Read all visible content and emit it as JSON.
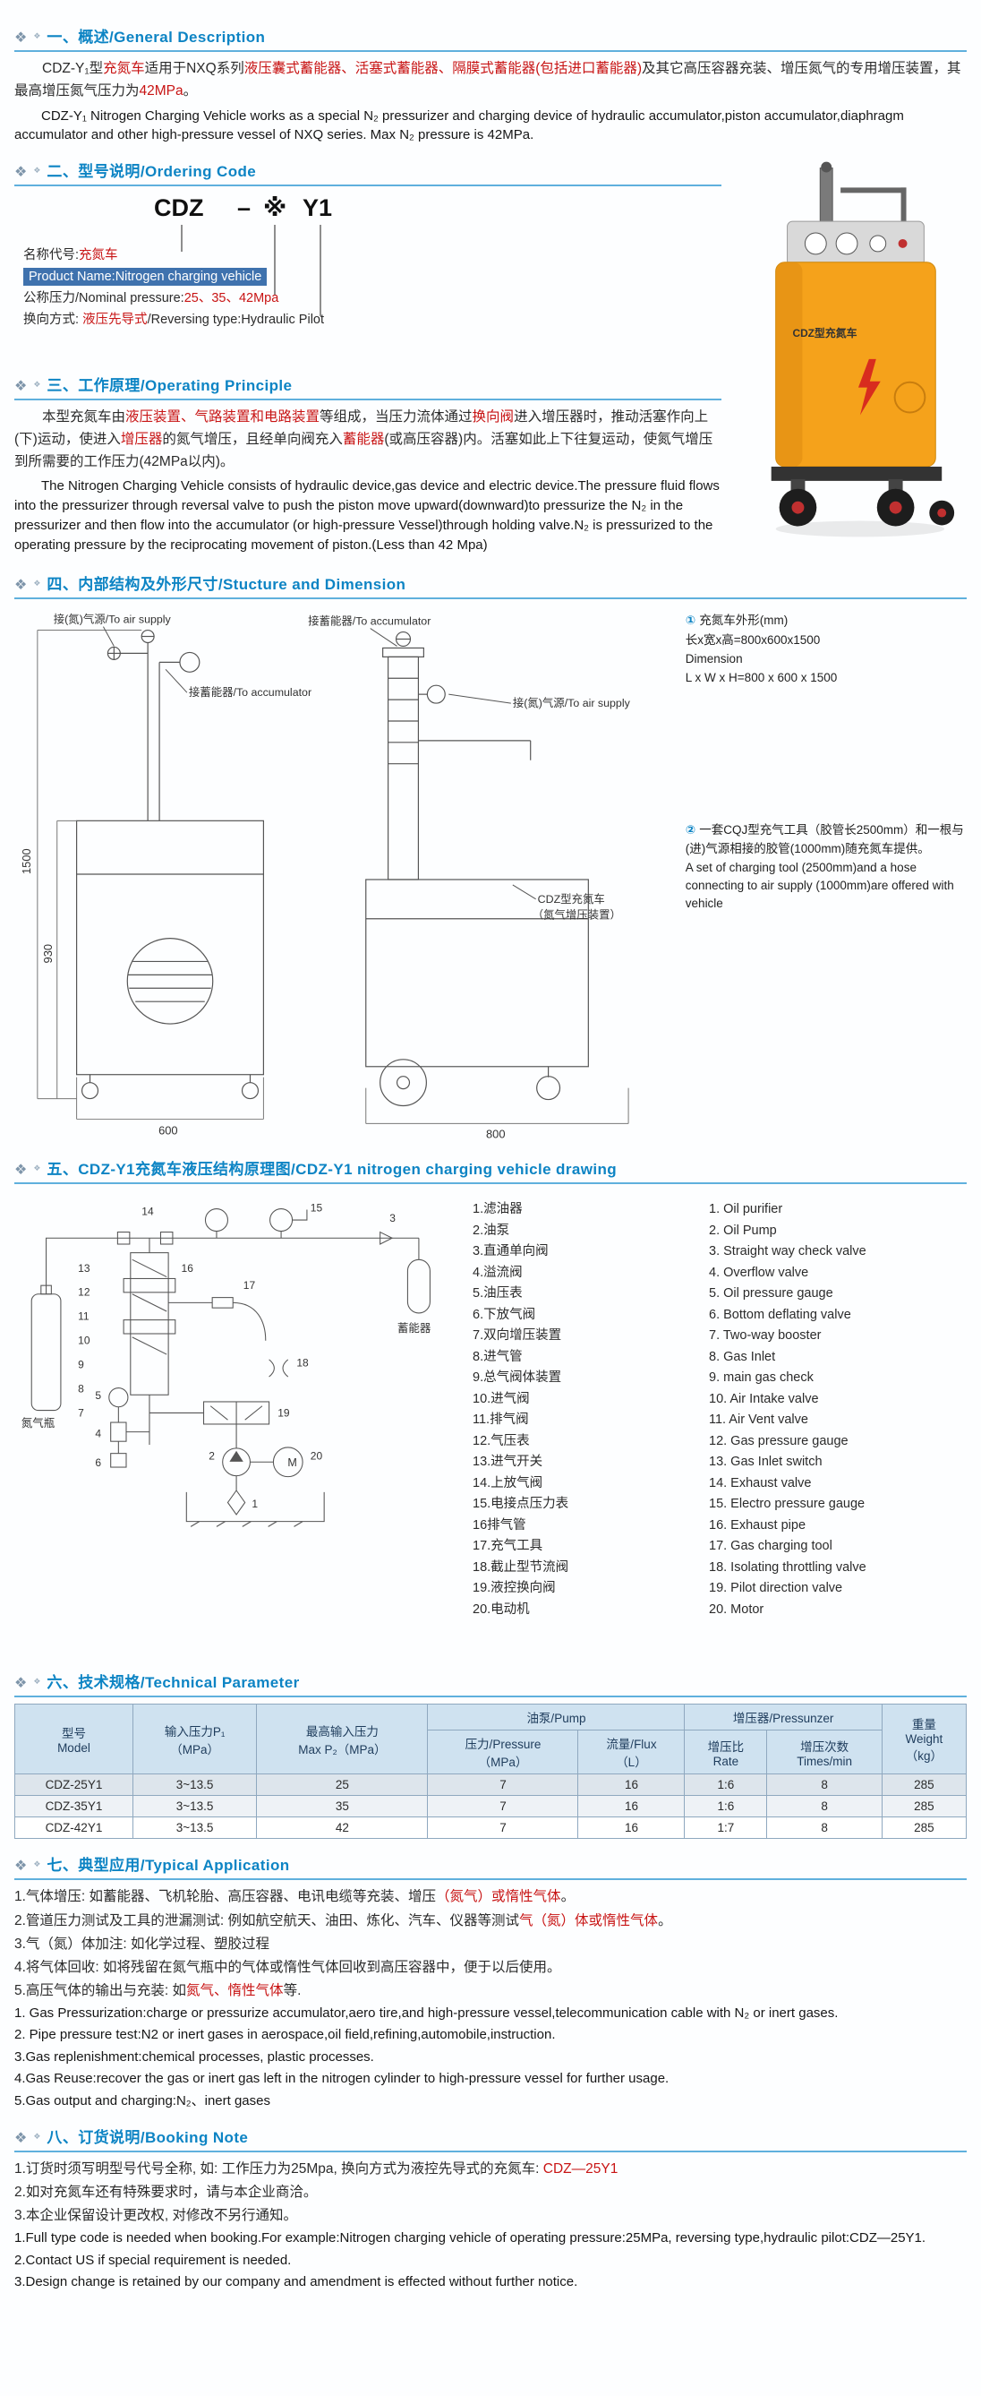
{
  "colors": {
    "red": "#c81414",
    "header_blue": "#0d84c4",
    "band_blue": "#3f72ae",
    "body_orange": "#f5a21b",
    "table_header_bg": "#cfe2f0"
  },
  "s1": {
    "title": "一、概述/General Description",
    "cn": [
      {
        "t": "CDZ-Y₁型"
      },
      {
        "t": "充氮车",
        "c": "red"
      },
      {
        "t": "适用于NXQ系列"
      },
      {
        "t": "液压囊式蓄能器、活塞式蓄能器、隔膜式蓄能器(包括进口蓄能器)",
        "c": "red"
      },
      {
        "t": "及其它高压容器充装、增压氮气的专用增压装置，其最高增压氮气压力为"
      },
      {
        "t": "42MPa",
        "c": "red"
      },
      {
        "t": "。"
      }
    ],
    "en": "CDZ-Y₁ Nitrogen Charging Vehicle works as a special N₂ pressurizer and charging device of hydraulic accumulator,piston accumulator,diaphragm accumulator and other high-pressure vessel of NXQ series.  Max N₂ pressure is 42MPa."
  },
  "s2": {
    "title": "二、型号说明/Ordering Code",
    "code": {
      "p1": "CDZ",
      "dash": "–",
      "star": "※",
      "p2": "Y1"
    },
    "row1": [
      {
        "t": "名称代号:"
      },
      {
        "t": "充氮车",
        "c": "red"
      }
    ],
    "row2": "Product Name:Nitrogen charging vehicle",
    "row3": [
      {
        "t": "公称压力/Nominal pressure:"
      },
      {
        "t": "25、35、42Mpa",
        "c": "red"
      }
    ],
    "row4": [
      {
        "t": "换向方式: "
      },
      {
        "t": "液压先导式",
        "c": "red"
      },
      {
        "t": "/Reversing type:Hydraulic Pilot"
      }
    ],
    "photo_label": "CDZ型充氮车"
  },
  "s3": {
    "title": "三、工作原理/Operating Principle",
    "cn": [
      {
        "t": "本型充氮车由"
      },
      {
        "t": "液压装置、气路装置和电路装置",
        "c": "red"
      },
      {
        "t": "等组成，当压力流体通过"
      },
      {
        "t": "换向阀",
        "c": "red"
      },
      {
        "t": "进入增压器时，推动活塞作向上(下)运动，使进入"
      },
      {
        "t": "增压器",
        "c": "red"
      },
      {
        "t": "的氮气增压，且经单向阀充入"
      },
      {
        "t": "蓄能器",
        "c": "red"
      },
      {
        "t": "(或高压容器)内。活塞如此上下往复运动，使氮气增压到所需要的工作压力(42MPa以内)。"
      }
    ],
    "en": "The Nitrogen Charging Vehicle consists of hydraulic device,gas device and electric device.The pressure fluid flows into the pressurizer through reversal valve to push the piston move upward(downward)to pressurize the N₂ in the pressurizer and then flow into the accumulator (or high-pressure Vessel)through holding valve.N₂ is pressurized to the operating pressure by the reciprocating movement of piston.(Less than 42 Mpa)"
  },
  "s4": {
    "title": "四、内部结构及外形尺寸/Stucture and Dimension",
    "labels": {
      "air_left": "接(氮)气源/To air supply",
      "acc_left": "接蓄能器/To accumulator",
      "acc_mid": "接蓄能器/To accumulator",
      "air_right": "接(氮)气源/To air supply",
      "machine1": "CDZ型充氮车",
      "machine2": "（氮气增压装置）"
    },
    "dims": {
      "h": "1500",
      "inner": "930",
      "w": "600",
      "d": "800"
    },
    "note1": {
      "num": "①",
      "l1": "充氮车外形(mm)",
      "l2": "长x宽x高=800x600x1500",
      "l3": "Dimension",
      "l4": "L x W x H=800 x 600 x 1500"
    },
    "note2": {
      "num": "②",
      "cn": "一套CQJ型充气工具（胶管长2500mm）和一根与(进)气源相接的胶管(1000mm)随充氮车提供。",
      "en": "A set of charging tool (2500mm)and a hose connecting to air supply (1000mm)are offered with vehicle"
    }
  },
  "s5": {
    "title": "五、CDZ-Y1充氮车液压结构原理图/CDZ-Y1 nitrogen charging vehicle drawing",
    "bottle_label": "氮气瓶",
    "accumulator_label": "蓄能器",
    "motor_label": "M",
    "callouts": [
      "13",
      "12",
      "11",
      "10",
      "9",
      "8",
      "7",
      "14",
      "15",
      "3",
      "16",
      "17",
      "18",
      "19",
      "20",
      "1",
      "2",
      "4",
      "5",
      "6"
    ],
    "parts_cn": [
      "1.滤油器",
      "2.油泵",
      "3.直通单向阀",
      "4.溢流阀",
      "5.油压表",
      "6.下放气阀",
      "7.双向增压装置",
      "8.进气管",
      "9.总气阀体装置",
      "10.进气阀",
      "11.排气阀",
      "12.气压表",
      "13.进气开关",
      "14.上放气阀",
      "15.电接点压力表",
      "16排气管",
      "17.充气工具",
      "18.截止型节流阀",
      "19.液控换向阀",
      "20.电动机"
    ],
    "parts_en": [
      "1.  Oil purifier",
      "2.  Oil Pump",
      "3.  Straight way check valve",
      "4.  Overflow valve",
      "5.  Oil pressure gauge",
      "6.  Bottom deflating valve",
      "7.  Two-way booster",
      "8.  Gas Inlet",
      "9.  main gas check",
      "10.  Air Intake valve",
      "11.  Air Vent valve",
      "12.  Gas pressure gauge",
      "13.  Gas Inlet switch",
      "14.  Exhaust valve",
      "15.  Electro pressure gauge",
      "16.  Exhaust pipe",
      "17.  Gas charging tool",
      "18.  Isolating throttling valve",
      "19.  Pilot direction valve",
      "20.  Motor"
    ]
  },
  "s6": {
    "title": "六、技术规格/Technical Parameter",
    "h_model": "型号\nModel",
    "h_p1": "输入压力P₁\n（MPa）",
    "h_p2": "最高输入压力\nMax P₂（MPa）",
    "h_pump": "油泵/Pump",
    "h_pressurizer": "增压器/Pressunzer",
    "h_pressure": "压力/Pressure\n（MPa）",
    "h_flux": "流量/Flux\n（L）",
    "h_rate": "增压比\nRate",
    "h_times": "增压次数\nTimes/min",
    "h_weight": "重量\nWeight\n（kg）",
    "rows": [
      [
        "CDZ-25Y1",
        "3~13.5",
        "25",
        "7",
        "16",
        "1:6",
        "8",
        "285"
      ],
      [
        "CDZ-35Y1",
        "3~13.5",
        "35",
        "7",
        "16",
        "1:6",
        "8",
        "285"
      ],
      [
        "CDZ-42Y1",
        "3~13.5",
        "42",
        "7",
        "16",
        "1:7",
        "8",
        "285"
      ]
    ]
  },
  "s7": {
    "title": "七、典型应用/Typical Application",
    "cn": [
      [
        {
          "t": "1.气体增压: 如蓄能器、飞机轮胎、高压容器、电讯电缆等充装、增压"
        },
        {
          "t": "（氮气）或惰性气体",
          "c": "red"
        },
        {
          "t": "。"
        }
      ],
      [
        {
          "t": "2.管道压力测试及工具的泄漏测试: 例如航空航天、油田、炼化、汽车、仪器等测试"
        },
        {
          "t": "气（氮）体或惰性气体",
          "c": "red"
        },
        {
          "t": "。"
        }
      ],
      [
        {
          "t": "3.气（氮）体加注: 如化学过程、塑胶过程"
        }
      ],
      [
        {
          "t": "4.将气体回收: 如将残留在氮气瓶中的气体或惰性气体回收到高压容器中，便于以后使用。"
        }
      ],
      [
        {
          "t": "5.高压气体的输出与充装: 如"
        },
        {
          "t": "氮气、惰性气体",
          "c": "red"
        },
        {
          "t": "等."
        }
      ]
    ],
    "en": [
      "1. Gas Pressurization:charge or pressurize accumulator,aero tire,and high-pressure vessel,telecommunication cable with N₂ or inert gases.",
      "2. Pipe pressure test:N2 or inert gases in aerospace,oil field,refining,automobile,instruction.",
      "3.Gas replenishment:chemical processes,  plastic processes.",
      "4.Gas Reuse:recover the gas or inert gas left in the nitrogen cylinder to high-pressure vessel for further usage.",
      "5.Gas output and charging:N₂、inert gases"
    ]
  },
  "s8": {
    "title": "八、订货说明/Booking Note",
    "cn": [
      [
        {
          "t": "1.订货时须写明型号代号全称, 如: 工作压力为25Mpa, 换向方式为液控先导式的充氮车: "
        },
        {
          "t": "CDZ—25Y1",
          "c": "red"
        }
      ],
      [
        {
          "t": "2.如对充氮车还有特殊要求时，请与本企业商洽。"
        }
      ],
      [
        {
          "t": "3.本企业保留设计更改权, 对修改不另行通知。"
        }
      ]
    ],
    "en": [
      "1.Full type code is needed when booking.For example:Nitrogen charging vehicle of operating pressure:25MPa, reversing type,hydraulic pilot:CDZ—25Y1.",
      "2.Contact US if special requirement is needed.",
      "3.Design change is retained by our company and amendment is effected without further notice."
    ]
  }
}
